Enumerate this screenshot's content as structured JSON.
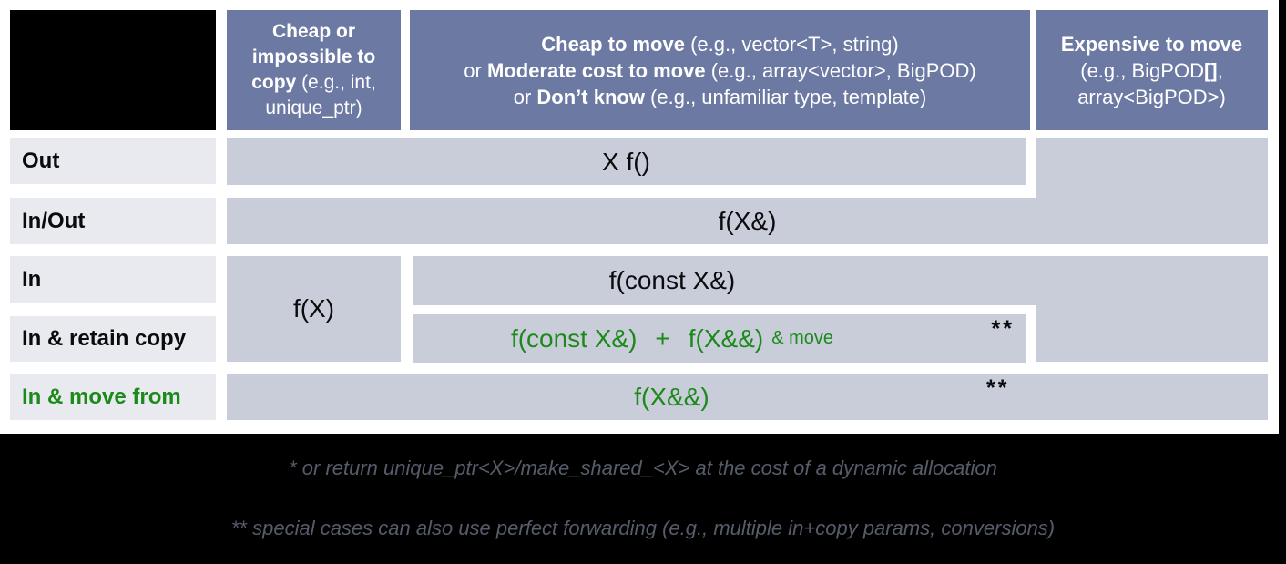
{
  "headers": {
    "col1": {
      "line1_bold": "Cheap or",
      "line2_bold": "impossible to",
      "line3_bold": "copy",
      "line3_rest": " (e.g., int,",
      "line4": "unique_ptr)"
    },
    "col2": {
      "line1_bold": "Cheap to move",
      "line1_rest": " (e.g., vector<T>, string)",
      "line2_pre": "or ",
      "line2_bold": "Moderate cost to move",
      "line2_rest": " (e.g., array<vector>, BigPOD)",
      "line3_pre": "or ",
      "line3_bold": "Don’t know",
      "line3_rest": " (e.g., unfamiliar type, template)"
    },
    "col3": {
      "line1_bold": "Expensive to move",
      "line2_pre": "(e.g., BigPOD",
      "line2_bold": "[]",
      "line2_post": ",",
      "line3": "array<BigPOD>)"
    }
  },
  "row_labels": {
    "out": "Out",
    "in_out": "In/Out",
    "in": "In",
    "in_retain": "In & retain copy",
    "in_move": "In & move from"
  },
  "cells": {
    "out": "X f()",
    "in_out": "f(X&)",
    "in_col1": "f(X)",
    "in_col2": "f(const X&)",
    "retain_part1": "f(const X&)",
    "retain_plus": "+",
    "retain_part2": "f(X&&)",
    "retain_suffix": "& move",
    "retain_note": "**",
    "in_move": "f(X&&)",
    "in_move_note": "**"
  },
  "footnotes": {
    "line1": "* or return unique_ptr<X>/make_shared_<X> at the cost of a dynamic allocation",
    "line2": "** special cases can also use perfect forwarding (e.g., multiple in+copy params, conversions)"
  },
  "colors": {
    "header_bg": "#6C7AA3",
    "cell_bg": "#C9CCD9",
    "label_bg": "#E9EAF0",
    "green": "#1B8A1B",
    "footnote_fg": "#575C6A",
    "black": "#000000"
  }
}
